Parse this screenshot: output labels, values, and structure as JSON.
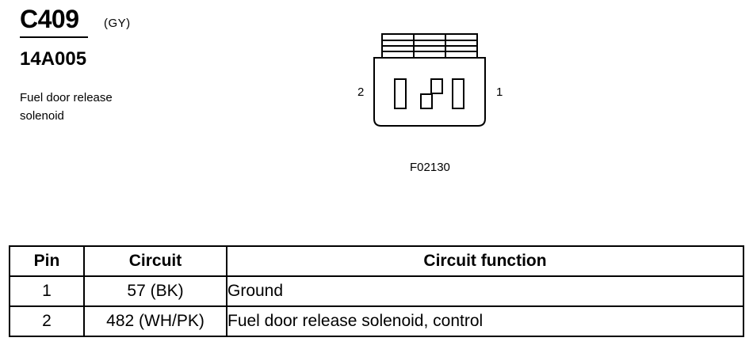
{
  "connector": {
    "id": "C409",
    "color_code": "(GY)",
    "part_number": "14A005",
    "description_lines": [
      "Fuel door release",
      "solenoid"
    ]
  },
  "diagram": {
    "pin_left_label": "2",
    "pin_right_label": "1",
    "figure_code": "F02130"
  },
  "table": {
    "headers": [
      "Pin",
      "Circuit",
      "Circuit function"
    ],
    "rows": [
      {
        "pin": "1",
        "circuit": "57 (BK)",
        "function": "Ground"
      },
      {
        "pin": "2",
        "circuit": "482 (WH/PK)",
        "function": "Fuel door release solenoid, control"
      }
    ]
  }
}
